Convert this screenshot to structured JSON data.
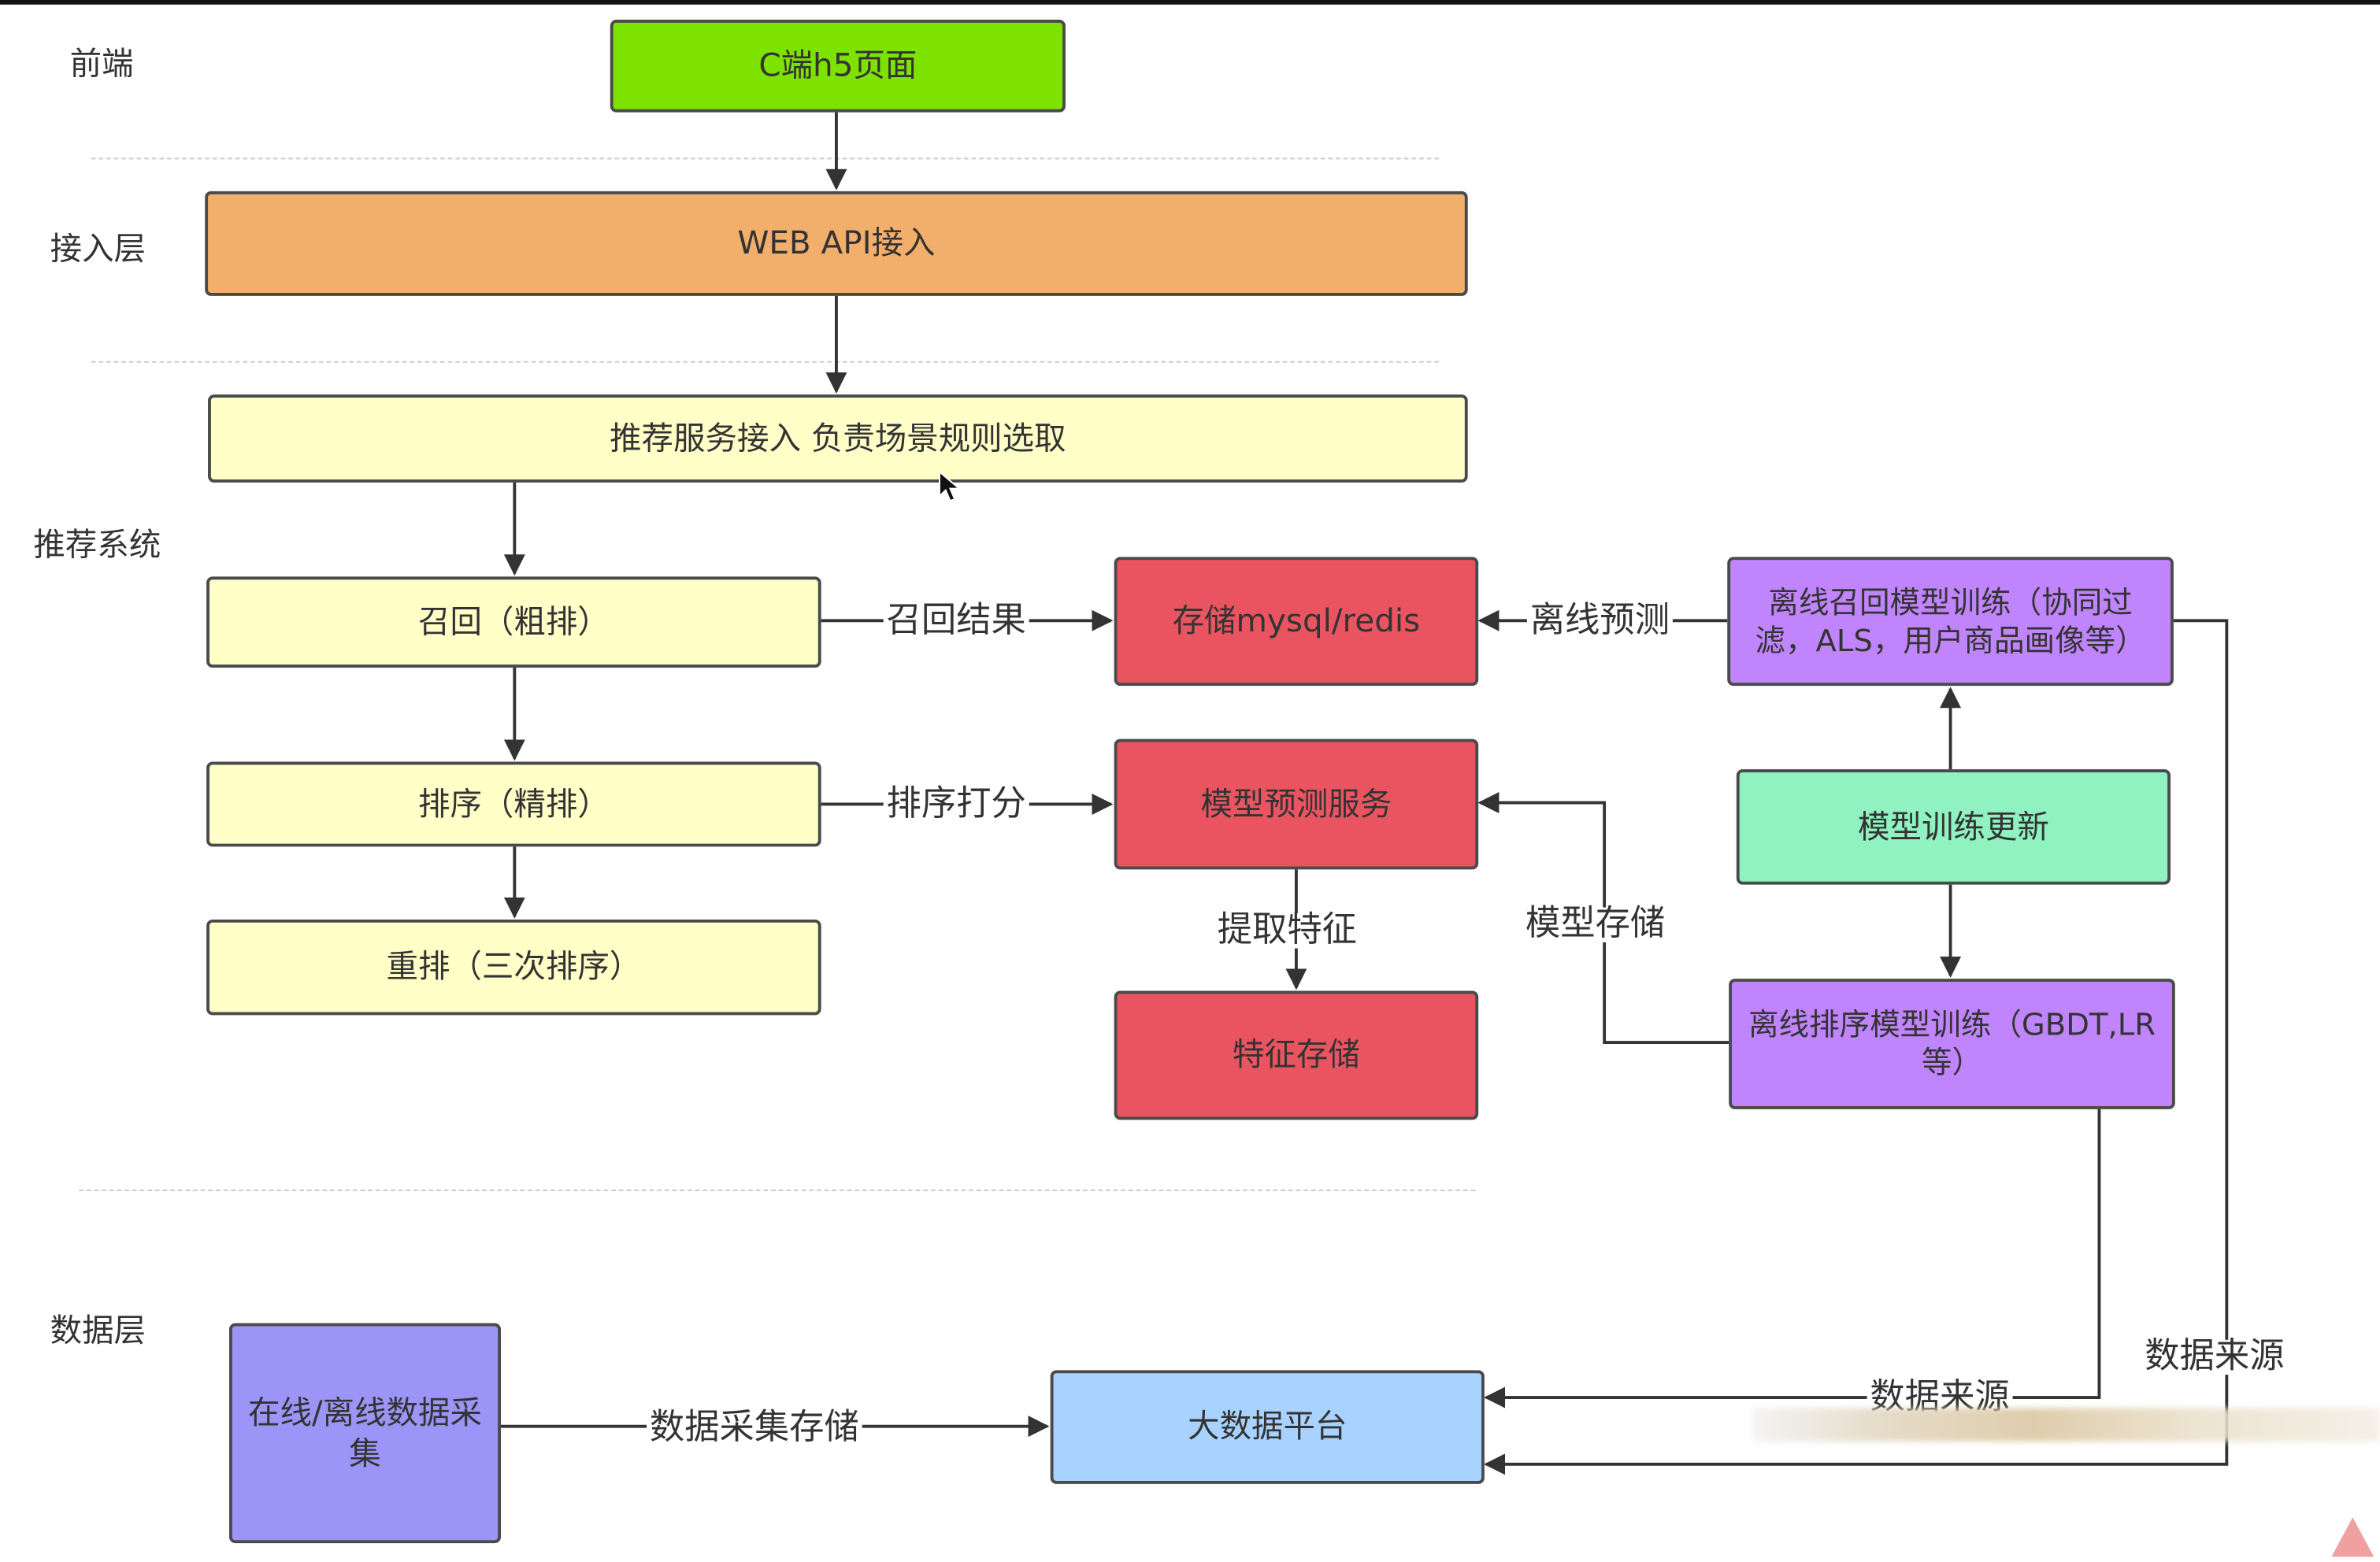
{
  "layers": {
    "frontend": "前端",
    "access": "接入层",
    "recommend": "推荐系统",
    "data": "数据层"
  },
  "nodes": {
    "c_h5": "C端h5页面",
    "web_api": "WEB API接入",
    "rec_service": "推荐服务接入 负责场景规则选取",
    "recall": "召回（粗排）",
    "rank": "排序（精排）",
    "rerank": "重排（三次排序）",
    "storage": "存储mysql/redis",
    "model_predict": "模型预测服务",
    "feature_store": "特征存储",
    "offline_recall": "离线召回模型训练（协同过滤，ALS，用户商品画像等）",
    "model_update": "模型训练更新",
    "offline_rank": "离线排序模型训练（GBDT,LR等）",
    "data_collect": "在线/离线数据采集",
    "bigdata": "大数据平台"
  },
  "edge_labels": {
    "recall_result": "召回结果",
    "offline_predict": "离线预测",
    "rank_score": "排序打分",
    "extract_feature": "提取特征",
    "model_storage": "模型存储",
    "data_collect_store": "数据采集存储",
    "data_source_1": "数据来源",
    "data_source_2": "数据来源"
  },
  "colors": {
    "frontend": "#7ee200",
    "access": "#f2ae6b",
    "recommend": "#ffffc8",
    "service": "#ea5460",
    "offline_training": "#c084fc",
    "model_update": "#8ff2c0",
    "bigdata": "#a9d3ff",
    "collect": "#9c95f8"
  }
}
